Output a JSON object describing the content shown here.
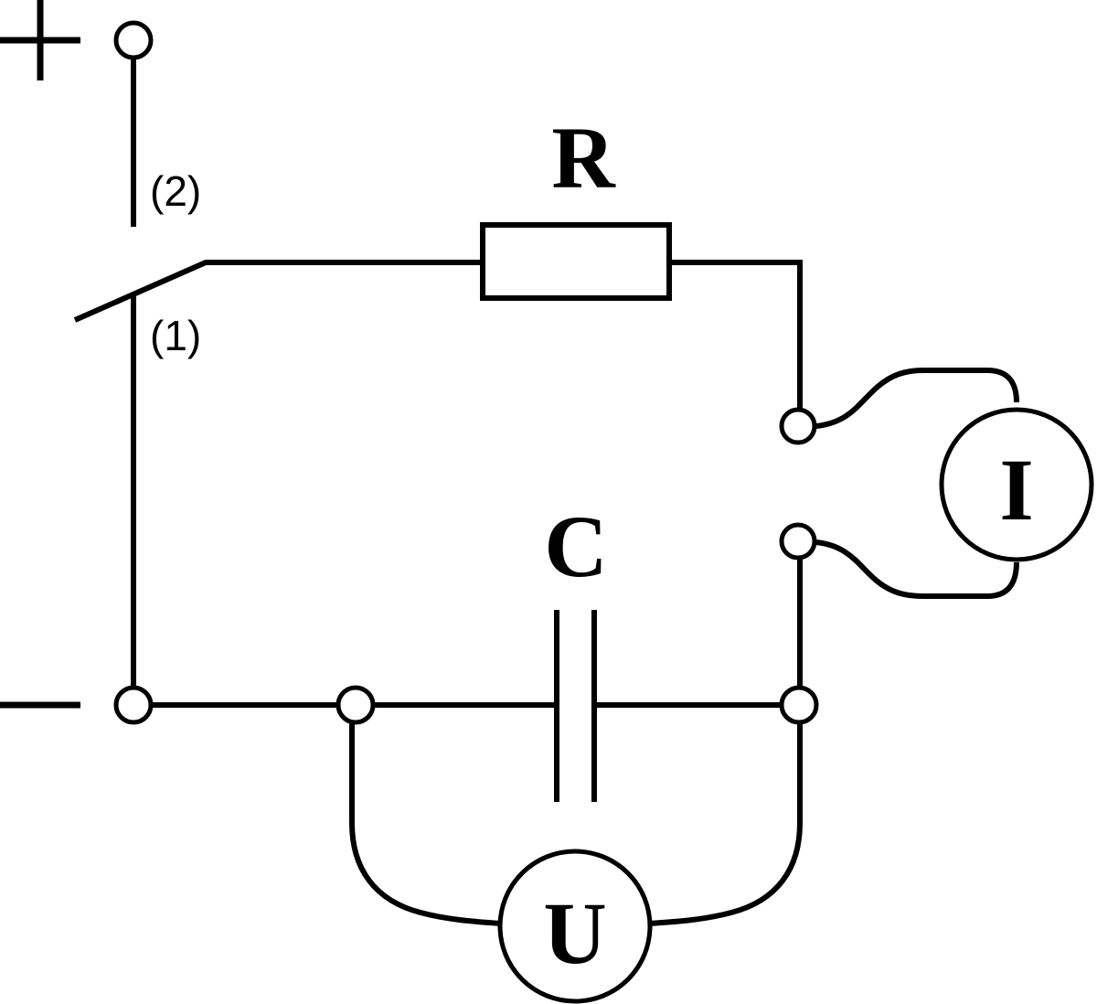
{
  "signs": {
    "plus": "+",
    "minus": "−"
  },
  "switch": {
    "pos1": "(1)",
    "pos2": "(2)"
  },
  "components": {
    "resistor": "R",
    "capacitor": "C",
    "ammeter": "I",
    "voltmeter": "U"
  }
}
